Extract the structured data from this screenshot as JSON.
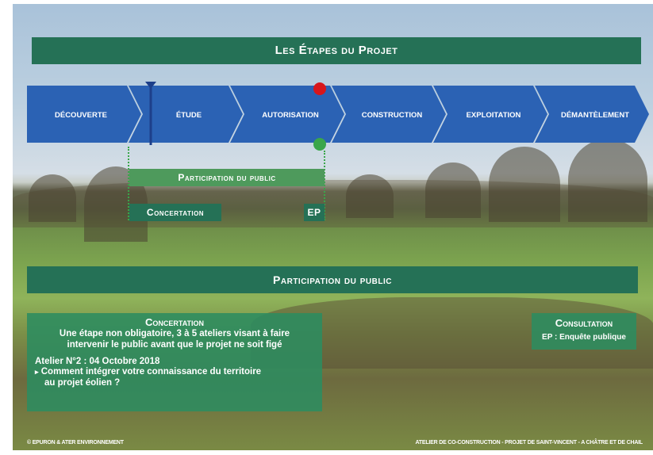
{
  "header": {
    "title": "Les Étapes du Projet"
  },
  "steps": [
    "DÉCOUVERTE",
    "ÉTUDE",
    "AUTORISATION",
    "CONSTRUCTION",
    "EXPLOITATION",
    "DÉMANTÈLEMENT"
  ],
  "participation_small": {
    "title": "Participation du public"
  },
  "concertation_small": {
    "label": "Concertation"
  },
  "ep_small": {
    "label": "EP"
  },
  "participation_banner": {
    "title": "Participation du public"
  },
  "concertation_panel": {
    "title": "Concertation",
    "line1": "Une étape non obligatoire, 3 à 5 ateliers visant à faire",
    "line2": "intervenir le public avant que le projet ne soit figé",
    "atelier": "Atelier N°2 : 04 Octobre 2018",
    "bullet_glyph": "▸",
    "question1": "Comment intégrer votre connaissance du territoire",
    "question2": "au projet éolien ?"
  },
  "consultation_panel": {
    "title": "Consultation",
    "ep": "EP : Enquête publique"
  },
  "footer": {
    "left": "© EPURON & ATER ENVIRONNEMENT",
    "right": "ATELIER DE CO-CONSTRUCTION - PROJET DE SAINT-VINCENT - A CHÂTRE ET DE CHAIL"
  },
  "colors": {
    "arrow": "#2b62b4",
    "banner": "#257156",
    "banner_light": "#4e9a5c",
    "marker_red": "#d8161b",
    "marker_green": "#3aa64a",
    "triangle": "#1d3f8a"
  }
}
